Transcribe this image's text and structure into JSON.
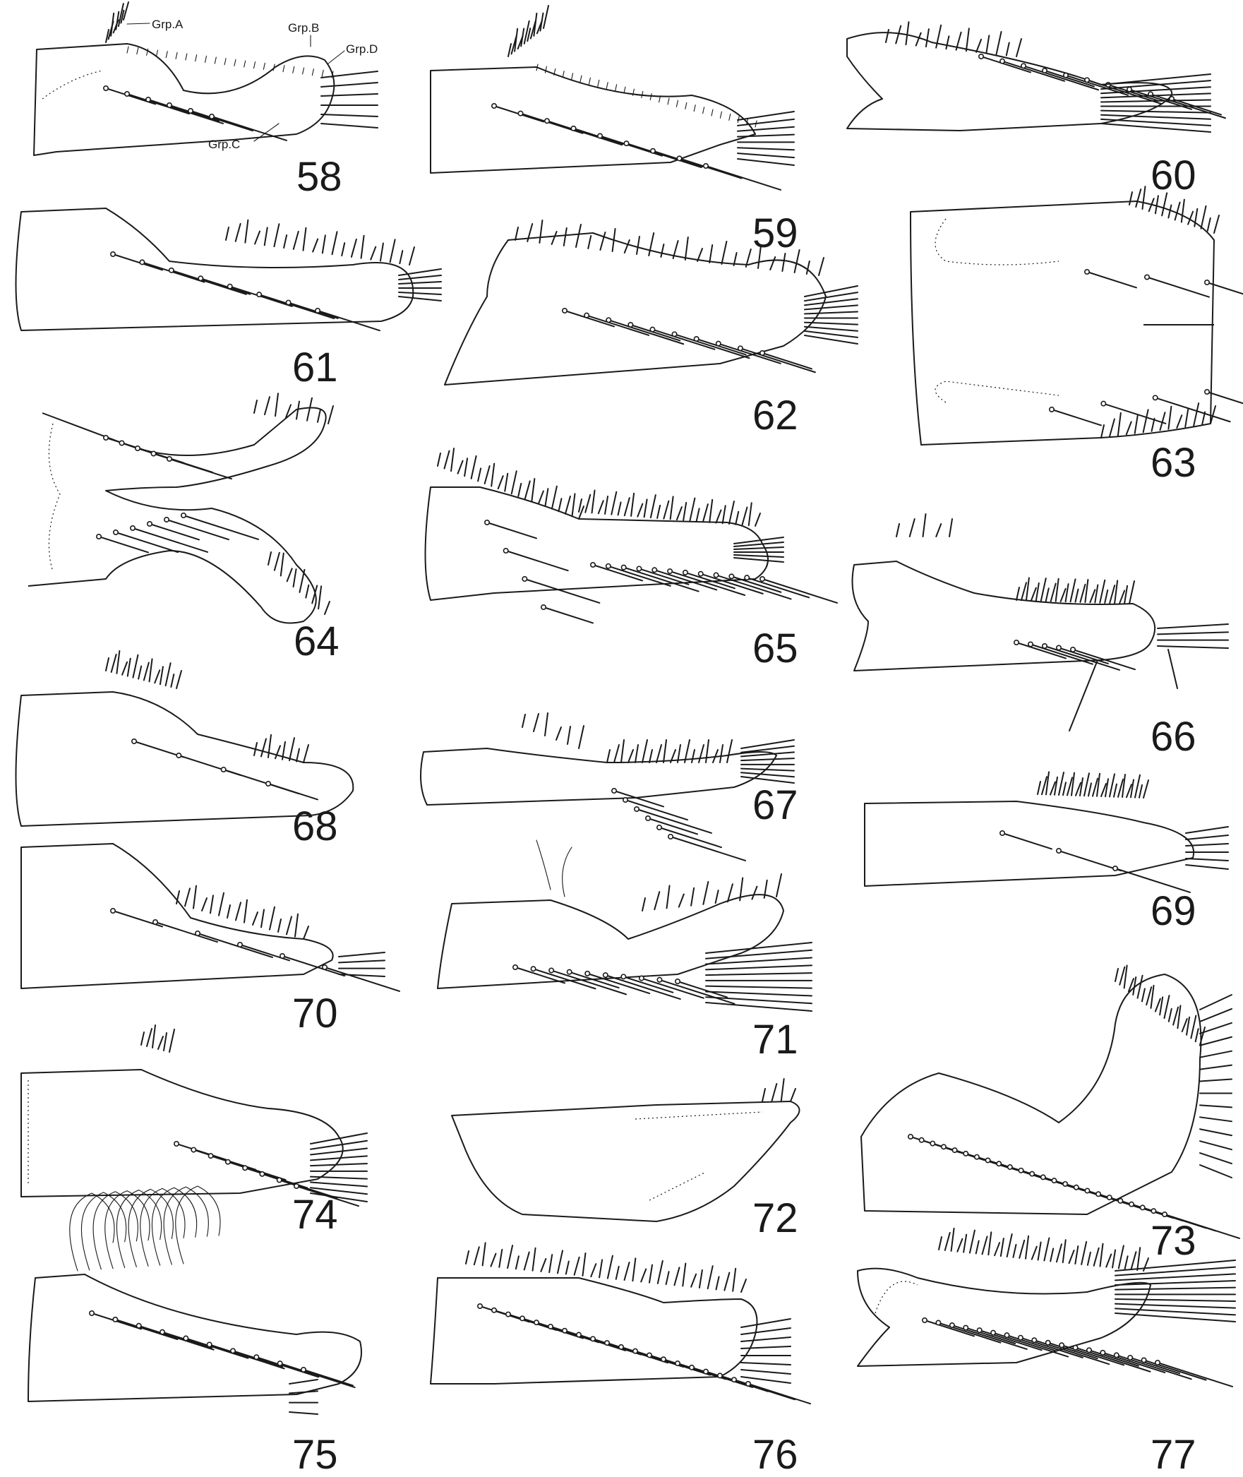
{
  "figures": [
    {
      "id": "58",
      "label": "58"
    },
    {
      "id": "59",
      "label": "59"
    },
    {
      "id": "60",
      "label": "60"
    },
    {
      "id": "61",
      "label": "61"
    },
    {
      "id": "62",
      "label": "62"
    },
    {
      "id": "63",
      "label": "63"
    },
    {
      "id": "64",
      "label": "64"
    },
    {
      "id": "65",
      "label": "65"
    },
    {
      "id": "66",
      "label": "66"
    },
    {
      "id": "67",
      "label": "67"
    },
    {
      "id": "68",
      "label": "68"
    },
    {
      "id": "69",
      "label": "69"
    },
    {
      "id": "70",
      "label": "70"
    },
    {
      "id": "71",
      "label": "71"
    },
    {
      "id": "72",
      "label": "72"
    },
    {
      "id": "73",
      "label": "73"
    },
    {
      "id": "74",
      "label": "74"
    },
    {
      "id": "75",
      "label": "75"
    },
    {
      "id": "76",
      "label": "76"
    },
    {
      "id": "77",
      "label": "77"
    }
  ],
  "annotations": {
    "grp_a": "Grp.A",
    "grp_b": "Grp.B",
    "grp_c": "Grp.C",
    "grp_d": "Grp.D"
  }
}
